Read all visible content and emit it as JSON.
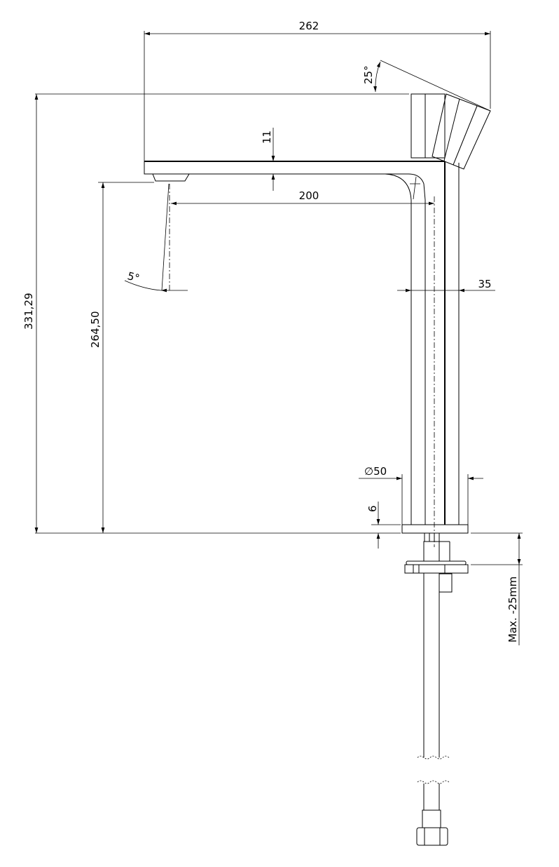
{
  "drawing": {
    "dimensions": {
      "overall_width": "262",
      "lever_angle": "25°",
      "spout_thickness": "11",
      "spout_reach": "200",
      "flow_angle": "5°",
      "body_diameter": "35",
      "overall_height": "331,29",
      "spout_height": "264,50",
      "base_diameter": "∅50",
      "base_thickness": "6",
      "max_counter_thickness": "Max. -25mm"
    }
  }
}
